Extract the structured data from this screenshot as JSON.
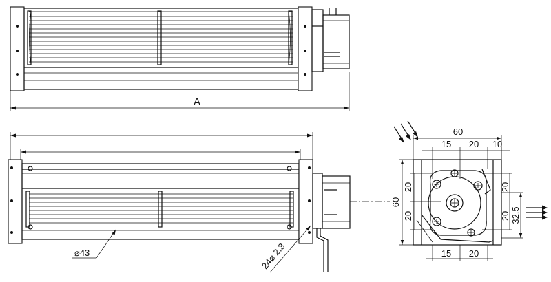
{
  "labels": {
    "a": "A",
    "diameter": "⌀43",
    "bolt_dia": "24⌀ 2.3"
  },
  "side_view_dims": {
    "width": "60",
    "top1": "15",
    "top2": "20",
    "top3": "10",
    "height": "60",
    "left_upper": "20",
    "left_lower": "20",
    "right_upper": "20",
    "right_lower": "20",
    "right_total": "32.5",
    "bottom1": "15",
    "bottom2": "20"
  }
}
